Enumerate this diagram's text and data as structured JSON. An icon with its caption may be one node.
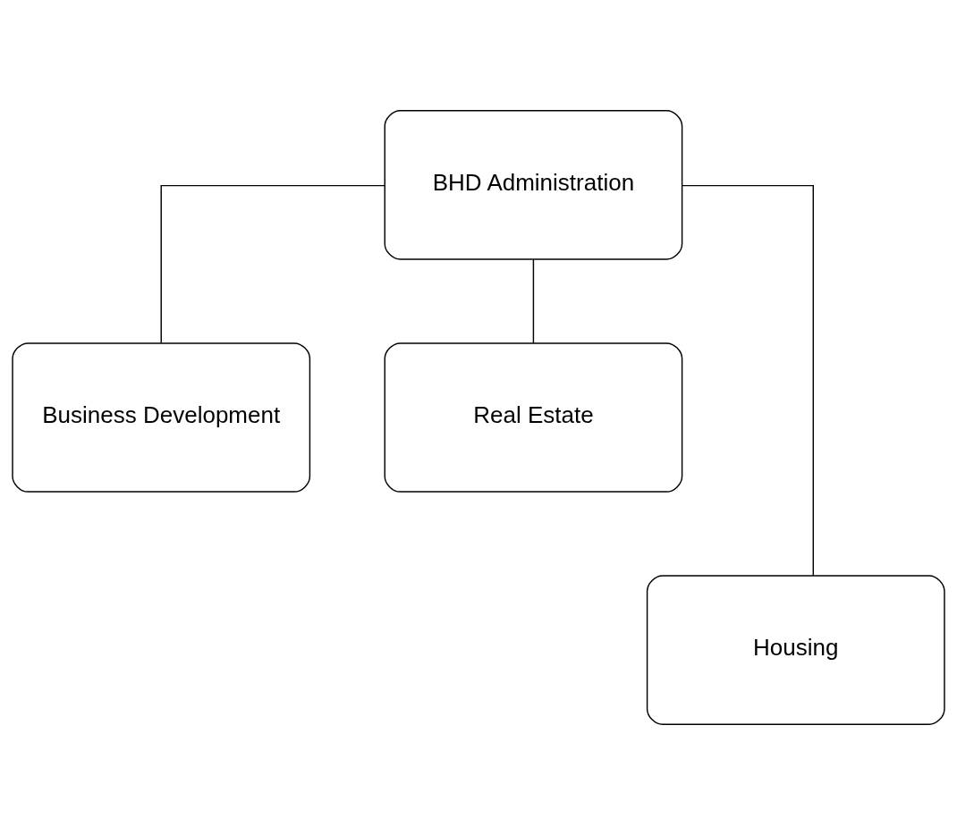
{
  "diagram": {
    "nodes": [
      {
        "text": [
          "BHD Administration"
        ]
      },
      {
        "text": [
          "Business Development"
        ]
      },
      {
        "text": [
          "Real Estate"
        ]
      },
      {
        "text": [
          "Housing"
        ]
      }
    ],
    "edges": [
      {
        "from": 0,
        "to": 1,
        "arrow": "none"
      },
      {
        "from": 0,
        "to": 2,
        "arrow": "none"
      },
      {
        "from": 0,
        "to": 3,
        "arrow": "none"
      }
    ]
  }
}
